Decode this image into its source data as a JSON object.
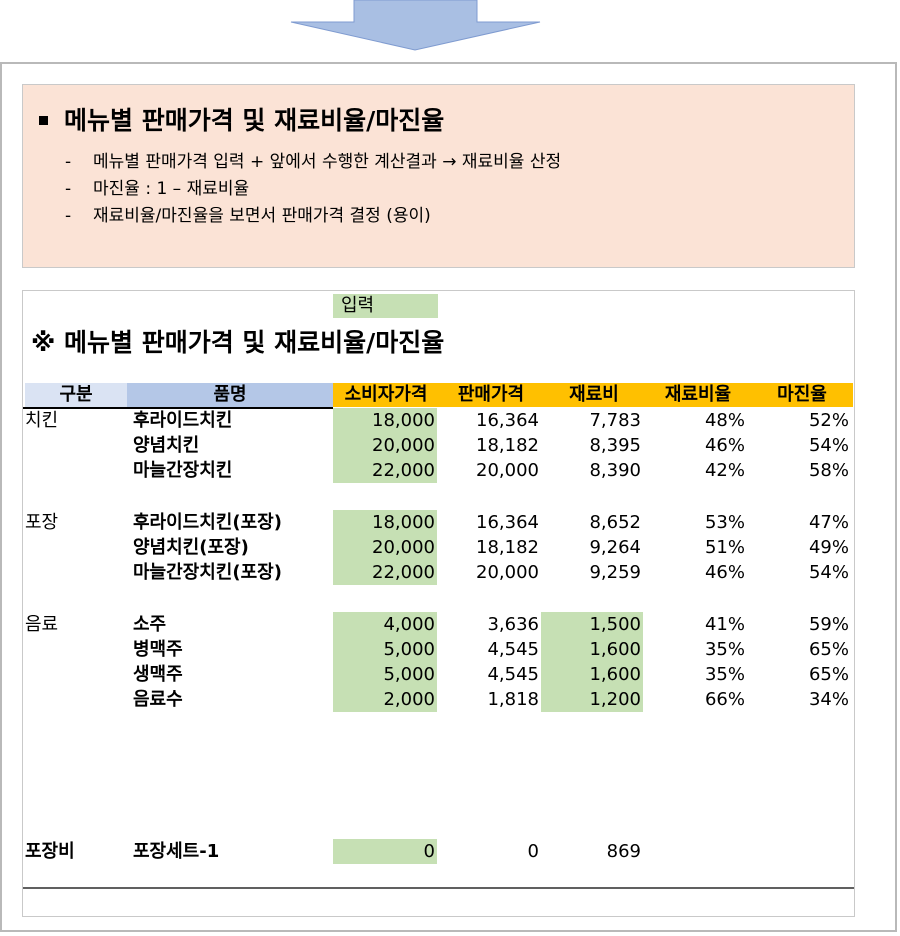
{
  "note": {
    "title": "메뉴별 판매가격 및 재료비율/마진율",
    "items": [
      "메뉴별 판매가격 입력 + 앞에서 수행한 계산결과 → 재료비율 산정",
      "마진율 : 1 – 재료비율",
      "재료비율/마진율을 보면서 판매가격 결정 (용이)"
    ]
  },
  "sheet": {
    "input_label": "입력",
    "title": "※ 메뉴별 판매가격 및 재료비율/마진율",
    "headers": [
      "구분",
      "품명",
      "소비자가격",
      "판매가격",
      "재료비",
      "재료비율",
      "마진율"
    ],
    "groups": [
      {
        "category": "치킨",
        "rows": [
          {
            "name": "후라이드치킨",
            "consumer": "18,000",
            "sale": "16,364",
            "cost": "7,783",
            "cost_ratio": "48%",
            "margin": "52%"
          },
          {
            "name": "양념치킨",
            "consumer": "20,000",
            "sale": "18,182",
            "cost": "8,395",
            "cost_ratio": "46%",
            "margin": "54%"
          },
          {
            "name": "마늘간장치킨",
            "consumer": "22,000",
            "sale": "20,000",
            "cost": "8,390",
            "cost_ratio": "42%",
            "margin": "58%"
          }
        ]
      },
      {
        "category": "포장",
        "rows": [
          {
            "name": "후라이드치킨(포장)",
            "consumer": "18,000",
            "sale": "16,364",
            "cost": "8,652",
            "cost_ratio": "53%",
            "margin": "47%"
          },
          {
            "name": "양념치킨(포장)",
            "consumer": "20,000",
            "sale": "18,182",
            "cost": "9,264",
            "cost_ratio": "51%",
            "margin": "49%"
          },
          {
            "name": "마늘간장치킨(포장)",
            "consumer": "22,000",
            "sale": "20,000",
            "cost": "9,259",
            "cost_ratio": "46%",
            "margin": "54%"
          }
        ]
      },
      {
        "category": "음료",
        "rows": [
          {
            "name": "소주",
            "consumer": "4,000",
            "sale": "3,636",
            "cost": "1,500",
            "cost_ratio": "41%",
            "margin": "59%"
          },
          {
            "name": "병맥주",
            "consumer": "5,000",
            "sale": "4,545",
            "cost": "1,600",
            "cost_ratio": "35%",
            "margin": "65%"
          },
          {
            "name": "생맥주",
            "consumer": "5,000",
            "sale": "4,545",
            "cost": "1,600",
            "cost_ratio": "35%",
            "margin": "65%"
          },
          {
            "name": "음료수",
            "consumer": "2,000",
            "sale": "1,818",
            "cost": "1,200",
            "cost_ratio": "66%",
            "margin": "34%"
          }
        ]
      }
    ],
    "packaging": {
      "category": "포장비",
      "name": "포장세트-1",
      "consumer": "0",
      "sale": "0",
      "cost": "869"
    }
  },
  "colors": {
    "note_bg": "#fbe3d6",
    "input_green": "#c6e0b4",
    "header_yellow": "#ffc000",
    "header_blue_light": "#dae3f3",
    "header_blue": "#b4c7e7",
    "arrow_fill": "#a9bfe3"
  }
}
